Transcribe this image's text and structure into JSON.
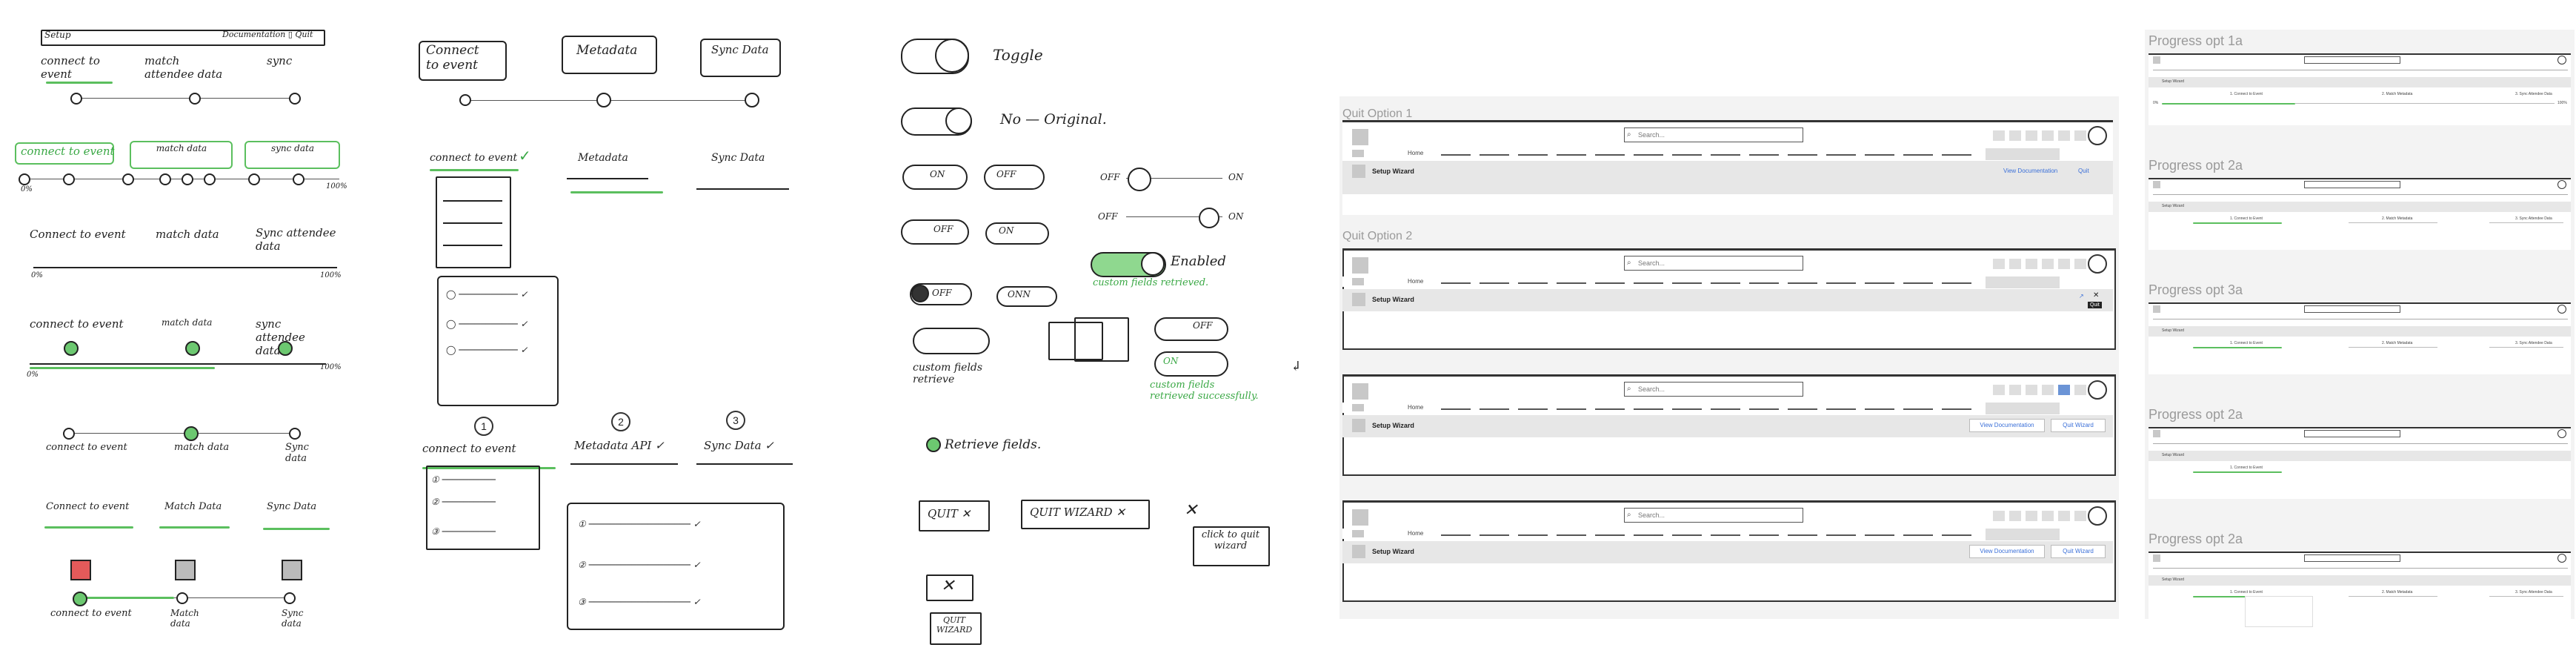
{
  "sketch1": {
    "top_text": "Setup",
    "top_right": "Documentation ▯  Quit",
    "steps_a": [
      "connect to event",
      "match attendee data",
      "sync"
    ],
    "steps_b": [
      "connect to event",
      "match data",
      "sync data"
    ],
    "steps_c": [
      "Connect to event",
      "match data",
      "Sync attendee data"
    ],
    "steps_d": [
      "connect to event",
      "match data",
      "sync attendee data"
    ],
    "steps_e": [
      "connect to event",
      "match data",
      "Sync data"
    ],
    "steps_f": [
      "Connect to event",
      "Match Data",
      "Sync Data"
    ],
    "steps_g": [
      "connect to event",
      "Match data",
      "Sync data"
    ],
    "scale_start": "0%",
    "scale_end": "100%"
  },
  "sketch2": {
    "top_steps": [
      "Connect to event",
      "Metadata",
      "Sync Data"
    ],
    "tab_steps": [
      "connect to event",
      "Metadata",
      "Sync Data"
    ],
    "numbered_steps": [
      "connect to event",
      "Metadata API ✓",
      "Sync Data ✓"
    ],
    "numbers": [
      "1",
      "2",
      "3"
    ]
  },
  "sketch3": {
    "toggle": "Toggle",
    "no_original": "No — Original.",
    "on": "ON",
    "off": "OFF",
    "onn": "ONN",
    "enabled": "Enabled",
    "custom_fields_retrieved": "custom fields retrieved.",
    "custom_fields_retrieve": "custom fields retrieve",
    "custom_fields_retrieved_success": "custom fields retrieved successfully.",
    "retrieve_fields": "Retrieve fields.",
    "quit": "QUIT ✕",
    "quit_wizard": "QUIT WIZARD ✕",
    "click_to_quit": "click to quit wizard",
    "quit_wizard_small": "QUIT WIZARD",
    "x": "✕"
  },
  "quit_options": {
    "option1_label": "Quit Option 1",
    "option2_label": "Quit Option 2",
    "search_placeholder": "Search...",
    "nav_home": "Home",
    "setup_wizard": "Setup Wizard",
    "view_documentation": "View Documentation",
    "quit": "Quit",
    "quit_wizard": "Quit Wizard"
  },
  "progress_options": {
    "labels": [
      "Progress opt 1a",
      "Progress opt 2a",
      "Progress opt 3a",
      "Progress opt 2a",
      "Progress opt 2a"
    ],
    "steps": [
      "1. Connect to Event",
      "2. Match Metadata",
      "3. Sync Attendee Data"
    ],
    "setup_wizard": "Setup Wizard",
    "start": "0%",
    "end": "100%"
  },
  "colors": {
    "accent_green": "#5bbf5e",
    "link_blue": "#3a6fd8",
    "panel_gray": "#f3f3f3"
  }
}
